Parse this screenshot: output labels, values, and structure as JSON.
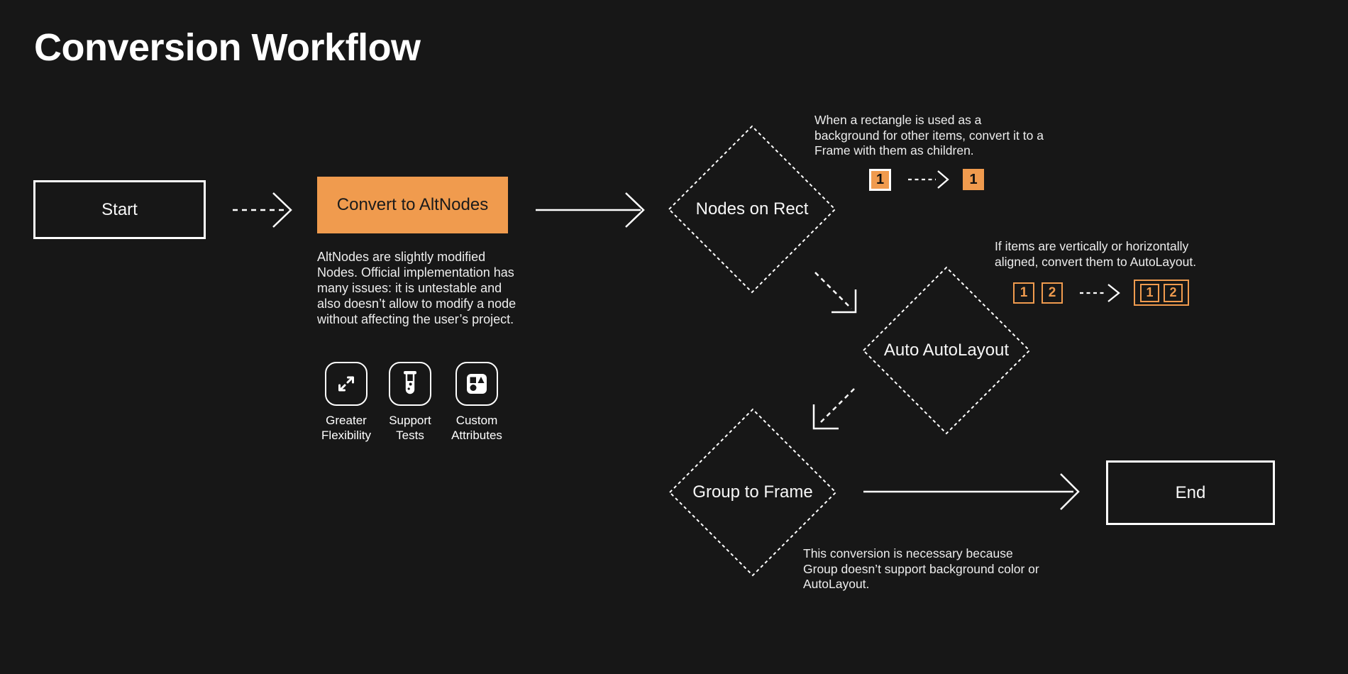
{
  "title": "Conversion Workflow",
  "colors": {
    "background": "#171717",
    "orange": "#F09B4E",
    "node_stroke": "#FFFFFF",
    "dark_text_on_orange": "#1B1B1B",
    "body_text": "#EDEDED"
  },
  "flow": {
    "start": {
      "label": "Start"
    },
    "convert": {
      "label": "Convert to AltNodes",
      "description": "AltNodes are slightly modified Nodes. Official implementation has many issues: it is untestable and also doesn’t allow to modify a node without affecting the user’s project."
    },
    "nodes_on_rect": {
      "label": "Nodes on Rect",
      "annotation": "When a rectangle is used as a background for other items, convert it to a Frame with them as children.",
      "mini": {
        "before": "1",
        "after": "1"
      }
    },
    "auto_autolayout": {
      "label": "Auto AutoLayout",
      "annotation": "If items are vertically or horizontally aligned, convert them to AutoLayout.",
      "mini": {
        "before": [
          "1",
          "2"
        ],
        "after": [
          "1",
          "2"
        ]
      }
    },
    "group_to_frame": {
      "label": "Group to Frame",
      "annotation": "This conversion is necessary because Group doesn’t support background color or AutoLayout."
    },
    "end": {
      "label": "End"
    }
  },
  "features": [
    {
      "icon": "expand-arrows-icon",
      "label": "Greater Flexibility"
    },
    {
      "icon": "test-tube-icon",
      "label": "Support Tests"
    },
    {
      "icon": "shapes-icon",
      "label": "Custom Attributes"
    }
  ]
}
